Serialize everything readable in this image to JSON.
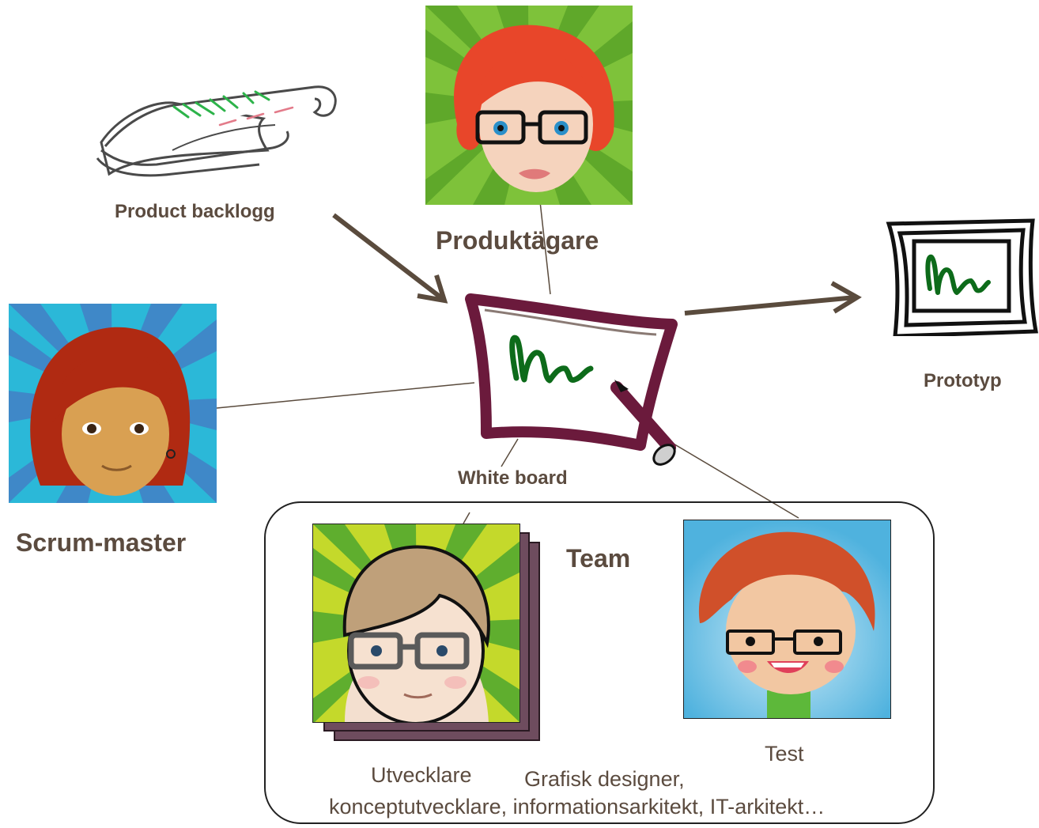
{
  "labels": {
    "product_backlog": "Product backlogg",
    "product_owner": "Produktägare",
    "prototype": "Prototyp",
    "scrum_master": "Scrum-master",
    "white_board": "White board",
    "team": "Team",
    "developers": "Utvecklare",
    "test": "Test",
    "roles_line1": "Grafisk designer,",
    "roles_line2": "konceptutvecklare, informationsarkitekt, IT-arkitekt…"
  },
  "colors": {
    "text": "#5b4b3f",
    "arrow": "#5a4b3d",
    "whiteboard_frame": "#6b1a3c",
    "scribble": "#0d6b1a",
    "team_border": "#222222"
  }
}
